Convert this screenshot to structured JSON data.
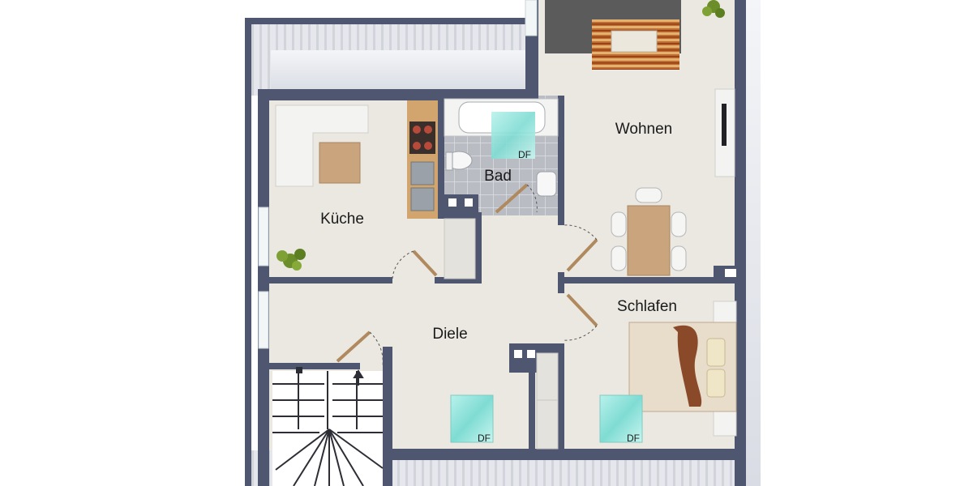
{
  "rooms": {
    "kueche": "Küche",
    "bad": "Bad",
    "wohnen": "Wohnen",
    "diele": "Diele",
    "schlafen": "Schlafen"
  },
  "skylights": {
    "bad": "DF",
    "diele": "DF",
    "schlafen": "DF"
  },
  "colors": {
    "wall": "#4f5670",
    "floor": "#ebe8e1",
    "tile": "#b8bcc2",
    "skylight": "#8fe3dc",
    "wood": "#b08a5e"
  }
}
